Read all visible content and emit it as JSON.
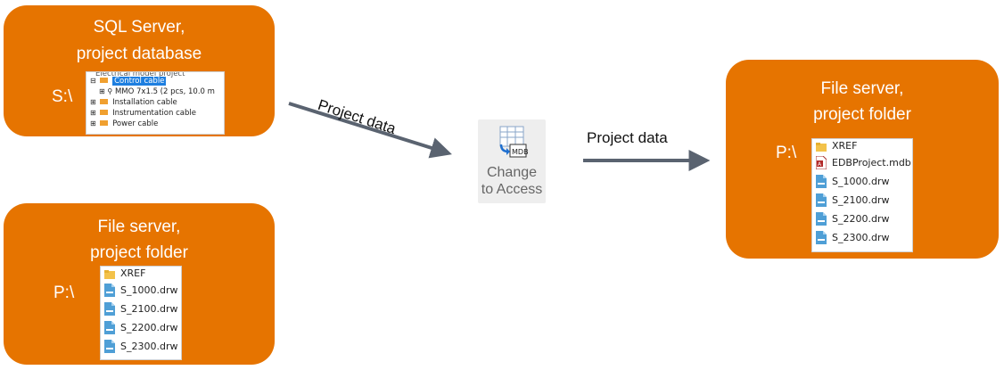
{
  "sql_box": {
    "title_line1": "SQL Server,",
    "title_line2": "project database",
    "drive": "S:\\",
    "tree": {
      "root_partial": "Electrical model project",
      "rows": [
        {
          "label": "Control cable",
          "selected": true
        },
        {
          "label": "MMO 7x1.5   (2 pcs, 10.0 m",
          "selected": false
        },
        {
          "label": "Installation cable",
          "selected": false
        },
        {
          "label": "Instrumentation cable",
          "selected": false
        },
        {
          "label": "Power cable",
          "selected": false
        }
      ]
    }
  },
  "left_file_box": {
    "title_line1": "File server,",
    "title_line2": "project folder",
    "drive": "P:\\",
    "files": [
      {
        "name": "XREF",
        "icon": "folder-icon"
      },
      {
        "name": "S_1000.drw",
        "icon": "drawing-file-icon"
      },
      {
        "name": "S_2100.drw",
        "icon": "drawing-file-icon"
      },
      {
        "name": "S_2200.drw",
        "icon": "drawing-file-icon"
      },
      {
        "name": "S_2300.drw",
        "icon": "drawing-file-icon"
      }
    ]
  },
  "right_file_box": {
    "title_line1": "File server,",
    "title_line2": "project folder",
    "drive": "P:\\",
    "files": [
      {
        "name": "XREF",
        "icon": "folder-icon"
      },
      {
        "name": "EDBProject.mdb",
        "icon": "access-db-icon"
      },
      {
        "name": "S_1000.drw",
        "icon": "drawing-file-icon"
      },
      {
        "name": "S_2100.drw",
        "icon": "drawing-file-icon"
      },
      {
        "name": "S_2200.drw",
        "icon": "drawing-file-icon"
      },
      {
        "name": "S_2300.drw",
        "icon": "drawing-file-icon"
      }
    ]
  },
  "arrow1_label": "Project data",
  "arrow2_label": "Project data",
  "button": {
    "line1": "Change",
    "line2": "to Access",
    "icon": "change-to-access-icon"
  },
  "colors": {
    "box_orange": "#e67400",
    "arrow": "#5a6370",
    "selection_blue": "#1e7fe0"
  }
}
